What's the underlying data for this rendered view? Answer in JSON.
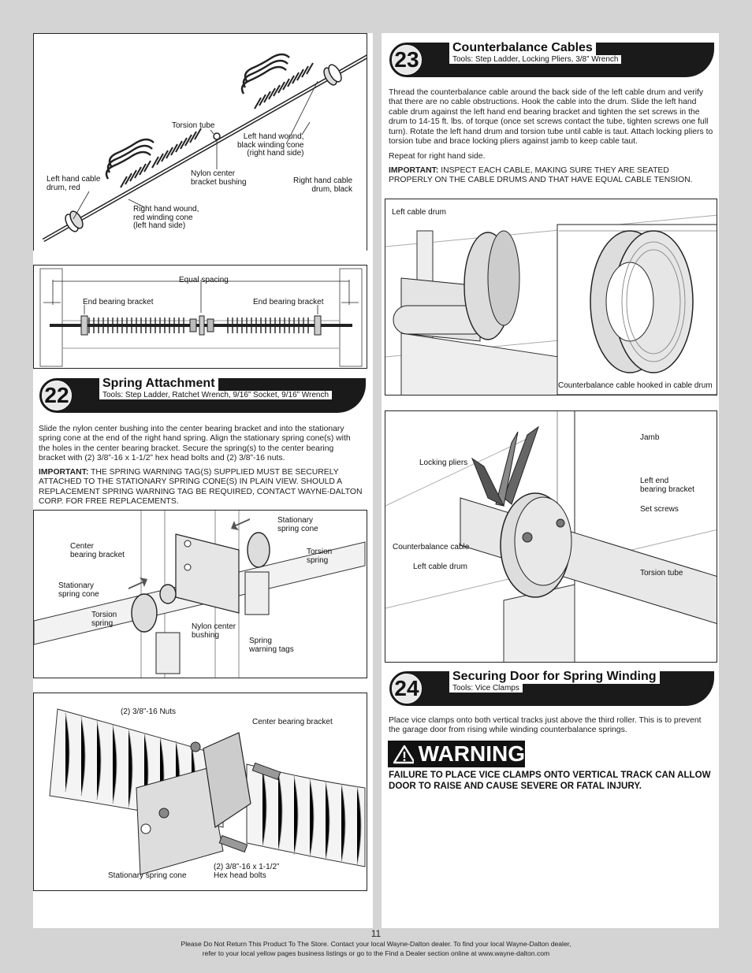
{
  "figures": {
    "overview": {
      "torsion_tube": "Torsion tube",
      "left_wound_black": [
        "Left hand wound,",
        "black winding cone",
        "(right hand side)"
      ],
      "nylon_bushing": [
        "Nylon center",
        "bracket bushing"
      ],
      "left_drum_red": [
        "Left hand cable",
        "drum, red"
      ],
      "right_drum_black": [
        "Right hand cable",
        "drum, black"
      ],
      "right_wound_red": [
        "Right hand wound,",
        "red winding cone",
        "(left hand side)"
      ]
    },
    "spacing": {
      "equal_spacing": "Equal spacing",
      "end_bearing_left": "End bearing bracket",
      "end_bearing_right": "End bearing bracket"
    },
    "spring_attach": {
      "stationary_cone_top": [
        "Stationary",
        "spring cone"
      ],
      "center_bracket": [
        "Center",
        "bearing bracket"
      ],
      "torsion_spring_right": [
        "Torsion",
        "spring"
      ],
      "stationary_cone_left": [
        "Stationary",
        "spring cone"
      ],
      "torsion_spring_left": [
        "Torsion",
        "spring"
      ],
      "nylon_bushing": [
        "Nylon center",
        "bushing"
      ],
      "warning_tags": [
        "Spring",
        "warning tags"
      ]
    },
    "bolts": {
      "nuts": "(2) 3/8”-16 Nuts",
      "center_bracket": "Center bearing bracket",
      "stationary_cone": "Stationary spring cone",
      "hex_bolts": [
        "(2) 3/8”-16 x 1-1/2”",
        "Hex head bolts"
      ]
    },
    "cable_drum": {
      "left_drum": "Left cable drum",
      "hooked": "Counterbalance cable hooked in cable drum"
    },
    "pliers": {
      "jamb": "Jamb",
      "locking_pliers": "Locking pliers",
      "left_end_bracket": [
        "Left end",
        "bearing bracket"
      ],
      "set_screws": "Set screws",
      "cable": "Counterbalance cable",
      "left_drum": "Left cable drum",
      "torsion_tube": "Torsion tube"
    }
  },
  "step22": {
    "number": "22",
    "title": "Spring Attachment",
    "tools": "Tools: Step Ladder, Ratchet Wrench, 9/16” Socket, 9/16” Wrench",
    "body": "Slide the nylon center bushing into the center bearing bracket and into the stationary spring cone at the end of the right hand spring. Align the stationary spring cone(s) with the holes in the center bearing bracket. Secure the spring(s) to the center bearing bracket with (2) 3/8”-16 x 1-1/2” hex head bolts and (2) 3/8”-16 nuts.",
    "important_label": "IMPORTANT:",
    "important": "THE SPRING WARNING TAG(S) SUPPLIED MUST BE SECURELY ATTACHED TO THE STATIONARY SPRING CONE(S) IN PLAIN VIEW. SHOULD A REPLACEMENT SPRING WARNING TAG BE REQUIRED, CONTACT WAYNE-DALTON CORP. FOR FREE REPLACEMENTS."
  },
  "step23": {
    "number": "23",
    "title": "Counterbalance Cables",
    "tools": "Tools: Step Ladder, Locking Pliers, 3/8” Wrench",
    "body": "Thread the counterbalance cable around the back side of the left cable drum and verify that there are no cable obstructions. Hook the cable into the drum. Slide the left hand cable drum against the left hand end bearing bracket and tighten the set screws in the drum to 14-15 ft. lbs. of torque (once set screws contact the tube, tighten screws one full turn). Rotate the left hand drum and torsion tube until cable is taut. Attach locking pliers to torsion tube and brace locking pliers against jamb to keep cable taut.",
    "repeat": "Repeat for right hand side.",
    "important_label": "IMPORTANT:",
    "important": "INSPECT EACH CABLE, MAKING SURE THEY ARE SEATED PROPERLY ON THE CABLE DRUMS AND THAT HAVE EQUAL CABLE TENSION."
  },
  "step24": {
    "number": "24",
    "title": "Securing Door for Spring Winding",
    "tools": "Tools: Vice Clamps",
    "body": "Place vice clamps onto both vertical tracks just above the third roller. This is to prevent the garage door from rising while winding counterbalance springs.",
    "warning_title": "WARNING",
    "warning_text": "FAILURE TO PLACE VICE CLAMPS ONTO VERTICAL TRACK CAN ALLOW DOOR TO RAISE AND CAUSE SEVERE OR FATAL INJURY."
  },
  "footer": {
    "page_number": "11",
    "line1": "Please Do Not Return This Product To The Store. Contact your local Wayne-Dalton dealer. To find your local Wayne-Dalton dealer,",
    "line2": "refer to your local yellow pages business listings or go to the Find a Dealer section online at www.wayne-dalton.com"
  }
}
